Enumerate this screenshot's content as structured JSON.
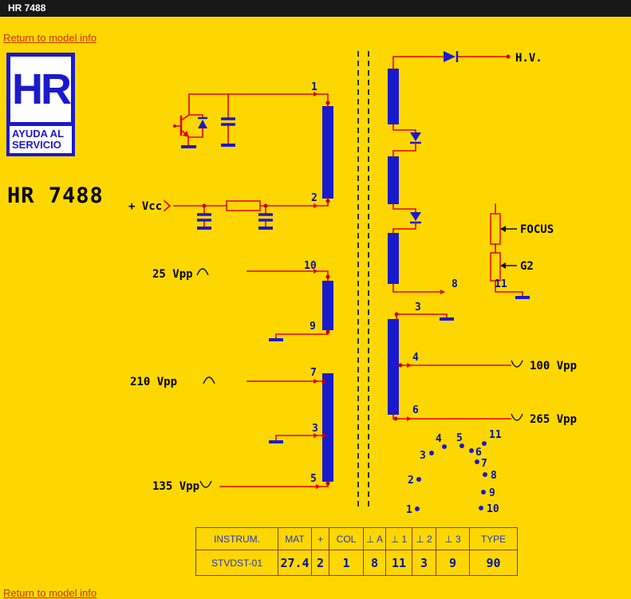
{
  "window": {
    "title": "HR 7488"
  },
  "nav": {
    "return_link_top": "Return to model info",
    "return_link_bottom": "Return to model info"
  },
  "logo": {
    "monogram": "HR",
    "subtitle_line1": "AYUDA AL",
    "subtitle_line2": "SERVICIO"
  },
  "page": {
    "heading": "HR 7488"
  },
  "schematic": {
    "labels": {
      "vcc": "+ Vcc",
      "v25": "25 Vpp",
      "v210": "210 Vpp",
      "v135": "135 Vpp",
      "v100": "100 Vpp",
      "v265": "265 Vpp",
      "hv": "H.V.",
      "focus": "FOCUS",
      "g2": "G2"
    },
    "pins": {
      "p1": "1",
      "p2": "2",
      "p3": "3",
      "p4": "4",
      "p5": "5",
      "p6": "6",
      "p7": "7",
      "p8": "8",
      "p9": "9",
      "p10": "10",
      "p11": "11"
    }
  },
  "table": {
    "headers": [
      "INSTRUM.",
      "MAT",
      "+",
      "COL",
      "⊥ A",
      "⊥ 1",
      "⊥ 2",
      "⊥ 3",
      "TYPE"
    ],
    "row": [
      "STVDST-01",
      "27.4",
      "2",
      "1",
      "8",
      "11",
      "3",
      "9",
      "90"
    ]
  },
  "colors": {
    "background": "#ffd700",
    "wire_red": "#e60000",
    "component_blue": "#1a1acd",
    "pin_text_navy": "#00129a",
    "table_border": "#a03020",
    "link": "#cc3300",
    "titlebar": "#171717"
  }
}
